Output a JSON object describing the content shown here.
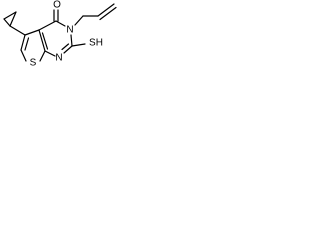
{
  "molecule": {
    "atoms": {
      "oxygen": "O",
      "nitrogen_allyl": "N",
      "nitrogen_ring": "N",
      "sulfur_thiol": "SH",
      "sulfur_thiophene": "S"
    }
  },
  "colors": {
    "bond": "#000000",
    "label": "#000000",
    "background": "#ffffff"
  }
}
